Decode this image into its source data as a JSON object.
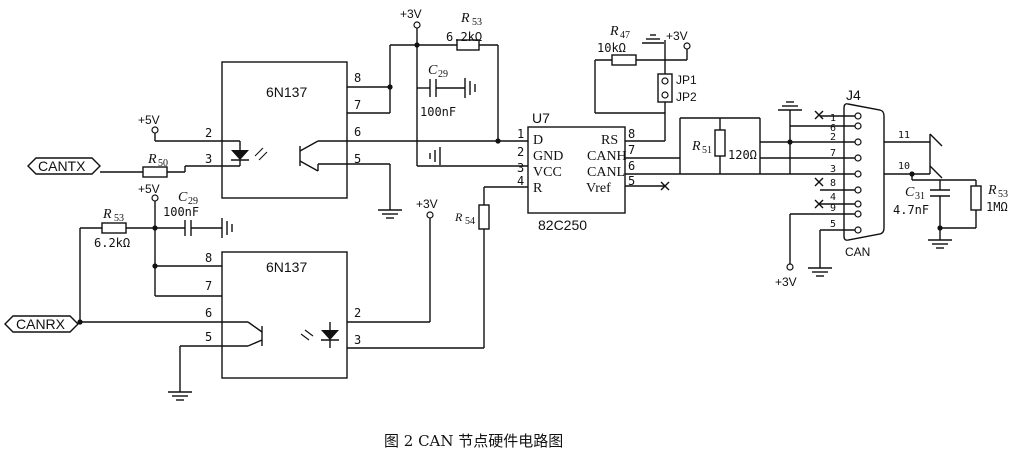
{
  "caption": "图 2   CAN 节点硬件电路图",
  "supplies": {
    "p3v": "+3V",
    "p5v": "+5V"
  },
  "ports": {
    "cantx": "CANTX",
    "canrx": "CANRX"
  },
  "opto1": {
    "label": "6N137",
    "pins": [
      "8",
      "7",
      "6",
      "5",
      "2",
      "3"
    ]
  },
  "opto2": {
    "label": "6N137",
    "pins": [
      "8",
      "7",
      "6",
      "5",
      "2",
      "3"
    ]
  },
  "u7": {
    "ref": "U7",
    "part": "82C250",
    "left_pins": [
      {
        "num": "1",
        "name": "D"
      },
      {
        "num": "2",
        "name": "GND"
      },
      {
        "num": "3",
        "name": "VCC"
      },
      {
        "num": "4",
        "name": "R"
      }
    ],
    "right_pins": [
      {
        "num": "8",
        "name": "RS"
      },
      {
        "num": "7",
        "name": "CANH"
      },
      {
        "num": "6",
        "name": "CANL"
      },
      {
        "num": "5",
        "name": "Vref"
      }
    ]
  },
  "components": {
    "r53_top": {
      "ref": "R",
      "sub": "53",
      "value": "6.2kΩ"
    },
    "c29_top": {
      "ref": "C",
      "sub": "29",
      "value": "100nF"
    },
    "r50": {
      "ref": "R",
      "sub": "50"
    },
    "r53_left": {
      "ref": "R",
      "sub": "53",
      "value": "6.2kΩ"
    },
    "c29_left": {
      "ref": "C",
      "sub": "29",
      "value": "100nF"
    },
    "r54": {
      "ref": "R",
      "sub": "54"
    },
    "r47": {
      "ref": "R",
      "sub": "47",
      "value": "10kΩ"
    },
    "r51": {
      "ref": "R",
      "sub": "51",
      "value": "120Ω"
    },
    "c31": {
      "ref": "C",
      "sub": "31",
      "value": "4.7nF"
    },
    "r53_right": {
      "ref": "R",
      "sub": "53",
      "value": "1MΩ"
    }
  },
  "jumpers": [
    "JP1",
    "JP2"
  ],
  "connector": {
    "ref": "J4",
    "name": "CAN",
    "pins": [
      "1",
      "6",
      "2",
      "7",
      "3",
      "8",
      "4",
      "9",
      "5"
    ],
    "bus_pins": [
      "11",
      "10"
    ]
  }
}
